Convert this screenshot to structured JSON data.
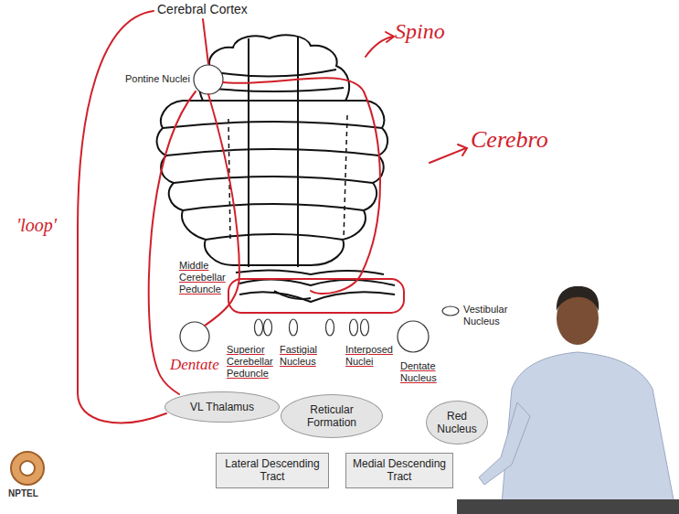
{
  "diagram": {
    "nodes": [
      {
        "text": [
          "VL Thalamus"
        ]
      },
      {
        "text": [
          "Reticular Formation"
        ]
      },
      {
        "text": [
          "Red Nucleus"
        ]
      },
      {
        "text": [
          "Lateral Descending Tract"
        ]
      },
      {
        "text": [
          "Medial Descending Tract"
        ]
      }
    ],
    "labels": [
      "Cerebral Cortex",
      "Pontine Nuclei",
      "Spino",
      "Cerebro",
      "'loop'",
      "Middle Cerebellar Peduncle",
      "Vestibular Nucleus",
      "Dentate",
      "Superior Cerebellar Peduncle",
      "Fastigial Nucleus",
      "Interposed Nuclei",
      "Dentate Nucleus",
      "NPTEL"
    ]
  }
}
